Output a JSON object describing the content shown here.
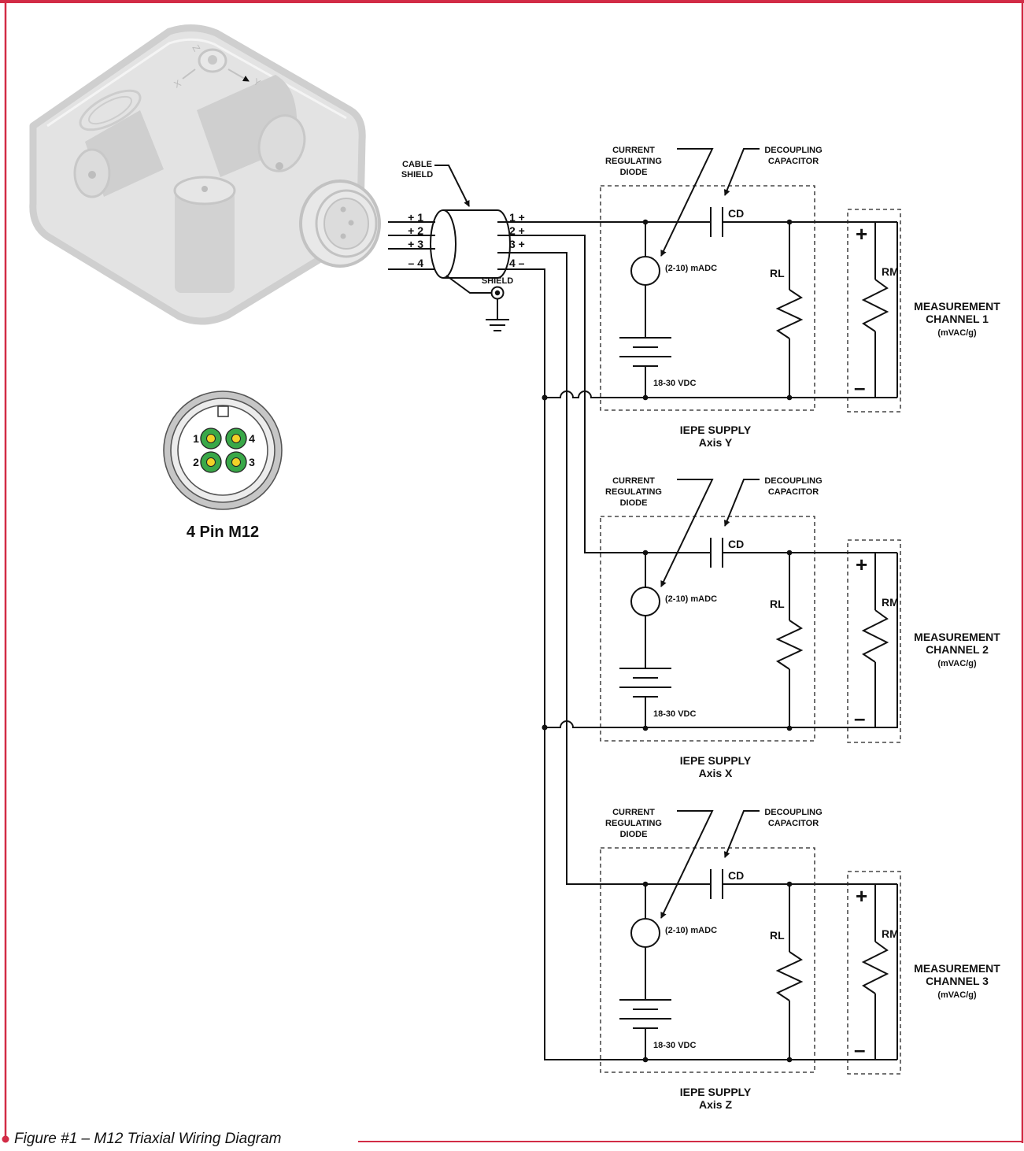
{
  "colors": {
    "frame": "#d22c46",
    "wire": "#111111",
    "pin_green": "#39a848",
    "pin_yellow": "#f2d228",
    "sensor_gray": "#e0e0e0"
  },
  "sensor": {
    "axis_x": "X",
    "axis_y": "Y",
    "axis_z": "Z"
  },
  "cable": {
    "shield_label_1": "CABLE",
    "shield_label_2": "SHIELD",
    "shield_terminal": "SHIELD"
  },
  "pins_in": [
    "+ 1",
    "+ 2",
    "+ 3",
    "– 4"
  ],
  "pins_out": [
    "1 +",
    "2 +",
    "3 +",
    "4 –"
  ],
  "connector": {
    "title": "4 Pin M12",
    "pins": [
      "1",
      "4",
      "2",
      "3"
    ]
  },
  "blocks": [
    {
      "crd_1": "CURRENT",
      "crd_2": "REGULATING",
      "crd_3": "DIODE",
      "cap_1": "DECOUPLING",
      "cap_2": "CAPACITOR",
      "cd": "CD",
      "rl": "RL",
      "rm": "RM",
      "current": "(2-10) mADC",
      "voltage": "18-30 VDC",
      "plus": "+",
      "minus": "–",
      "supply": "IEPE SUPPLY",
      "axis": "Axis Y",
      "ch_1": "MEASUREMENT",
      "ch_2": "CHANNEL 1",
      "ch_3": "(mVAC/g)"
    },
    {
      "crd_1": "CURRENT",
      "crd_2": "REGULATING",
      "crd_3": "DIODE",
      "cap_1": "DECOUPLING",
      "cap_2": "CAPACITOR",
      "cd": "CD",
      "rl": "RL",
      "rm": "RM",
      "current": "(2-10) mADC",
      "voltage": "18-30 VDC",
      "plus": "+",
      "minus": "–",
      "supply": "IEPE SUPPLY",
      "axis": "Axis X",
      "ch_1": "MEASUREMENT",
      "ch_2": "CHANNEL 2",
      "ch_3": "(mVAC/g)"
    },
    {
      "crd_1": "CURRENT",
      "crd_2": "REGULATING",
      "crd_3": "DIODE",
      "cap_1": "DECOUPLING",
      "cap_2": "CAPACITOR",
      "cd": "CD",
      "rl": "RL",
      "rm": "RM",
      "current": "(2-10) mADC",
      "voltage": "18-30 VDC",
      "plus": "+",
      "minus": "–",
      "supply": "IEPE SUPPLY",
      "axis": "Axis Z",
      "ch_1": "MEASUREMENT",
      "ch_2": "CHANNEL 3",
      "ch_3": "(mVAC/g)"
    }
  ],
  "caption": "Figure #1 – M12 Triaxial Wiring Diagram"
}
